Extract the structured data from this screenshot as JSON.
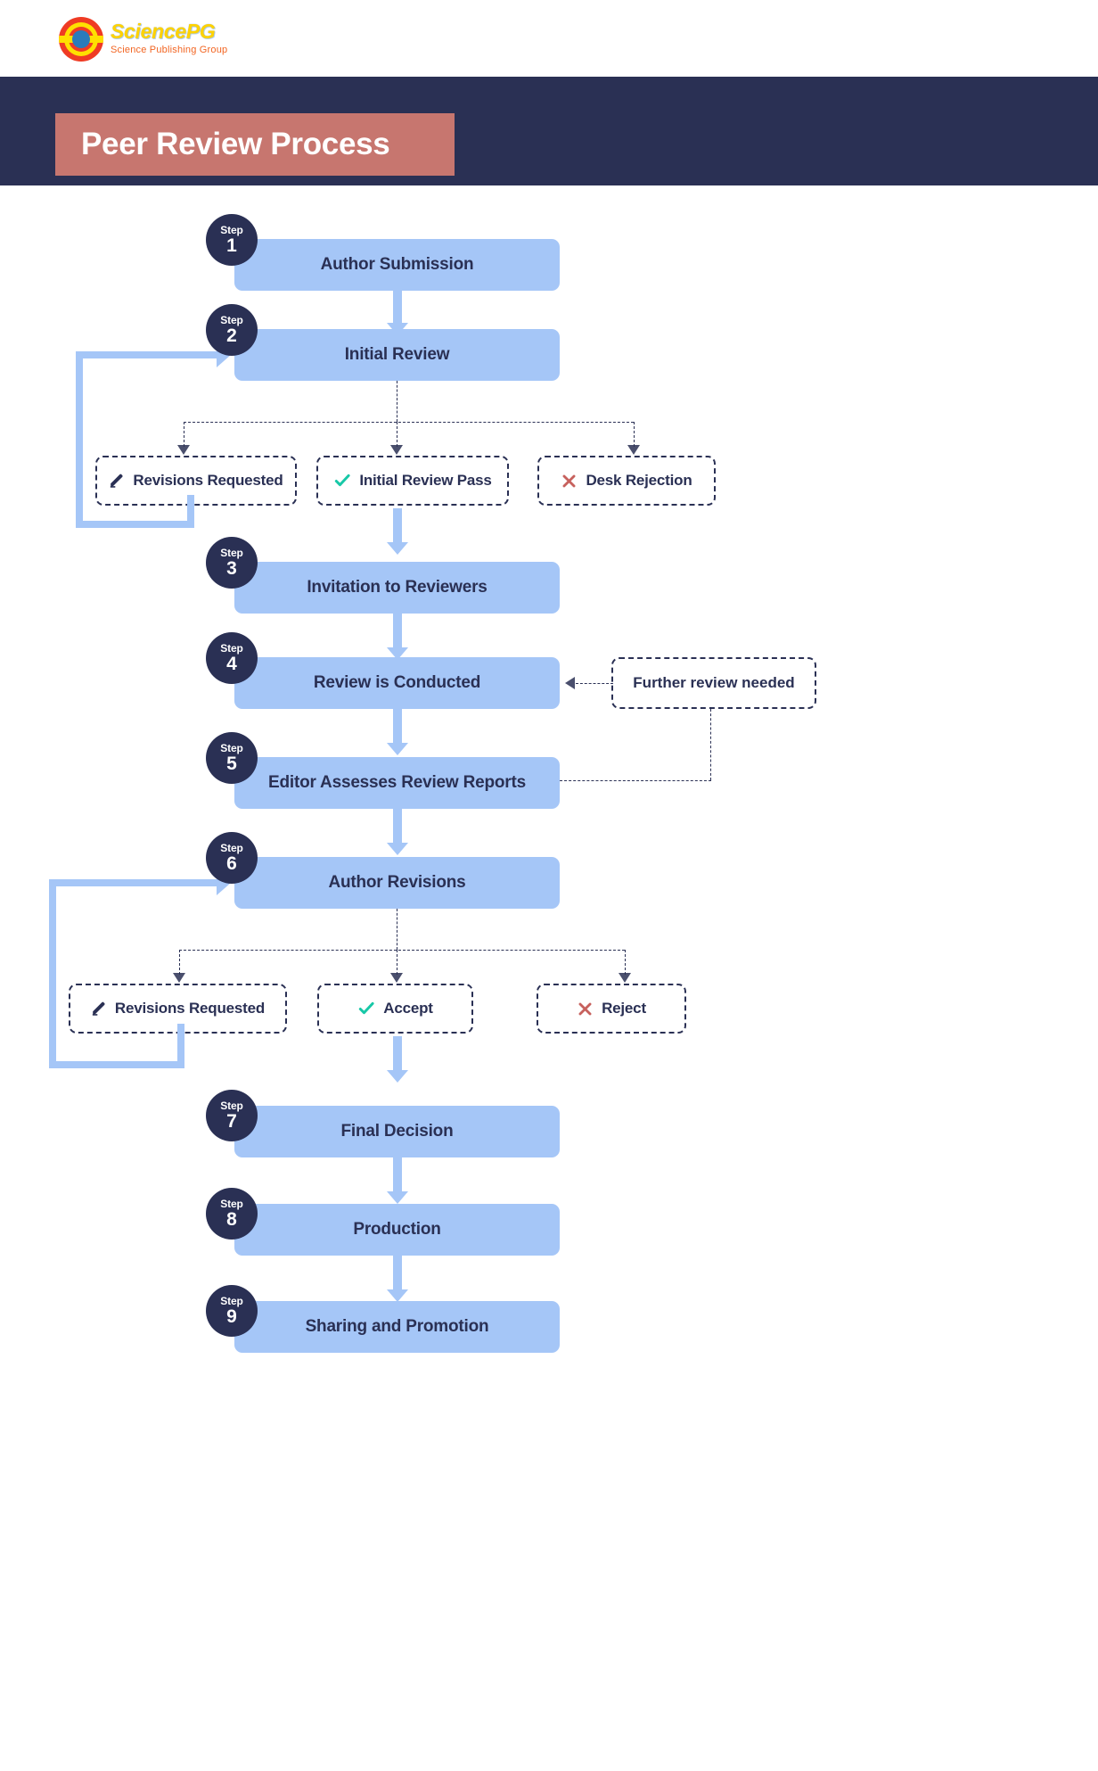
{
  "brand": {
    "name": "SciencePG",
    "name_part1": "Science",
    "name_part2": "PG",
    "tagline": "Science Publishing Group",
    "logo_icon": "sciencepg-circle-logo"
  },
  "header": {
    "title": "Peer Review Process",
    "banner_color": "#2a3054",
    "title_box_color": "#c7766f",
    "title_text_color": "#ffffff"
  },
  "theme": {
    "process_box_fill": "#a5c6f7",
    "process_text": "#2a3054",
    "badge_fill": "#2a3054",
    "badge_text": "#ffffff",
    "outcome_border": "#2a3054",
    "accept_icon_color": "#17c8a7",
    "reject_icon_color": "#c7615d",
    "pencil_icon_color": "#2a3054",
    "loop_color": "#a5c6f7"
  },
  "flow": {
    "step_word": "Step",
    "steps": [
      {
        "number": "1",
        "label": "Author Submission"
      },
      {
        "number": "2",
        "label": "Initial Review"
      },
      {
        "number": "3",
        "label": "Invitation to Reviewers"
      },
      {
        "number": "4",
        "label": "Review is Conducted"
      },
      {
        "number": "5",
        "label": "Editor Assesses Review Reports"
      },
      {
        "number": "6",
        "label": "Author Revisions"
      },
      {
        "number": "7",
        "label": "Final Decision"
      },
      {
        "number": "8",
        "label": "Production"
      },
      {
        "number": "9",
        "label": "Sharing and Promotion"
      }
    ],
    "branch_one": {
      "from_step": "2",
      "outcomes": [
        {
          "label": "Revisions Requested",
          "icon": "pencil-icon"
        },
        {
          "label": "Initial Review Pass",
          "icon": "check-icon"
        },
        {
          "label": "Desk Rejection",
          "icon": "cross-icon"
        }
      ]
    },
    "branch_two": {
      "from_step": "6",
      "outcomes": [
        {
          "label": "Revisions Requested",
          "icon": "pencil-icon"
        },
        {
          "label": "Accept",
          "icon": "check-icon"
        },
        {
          "label": "Reject",
          "icon": "cross-icon"
        }
      ]
    },
    "note": {
      "label": "Further review needed",
      "from_step": "5",
      "to_step": "4"
    }
  }
}
